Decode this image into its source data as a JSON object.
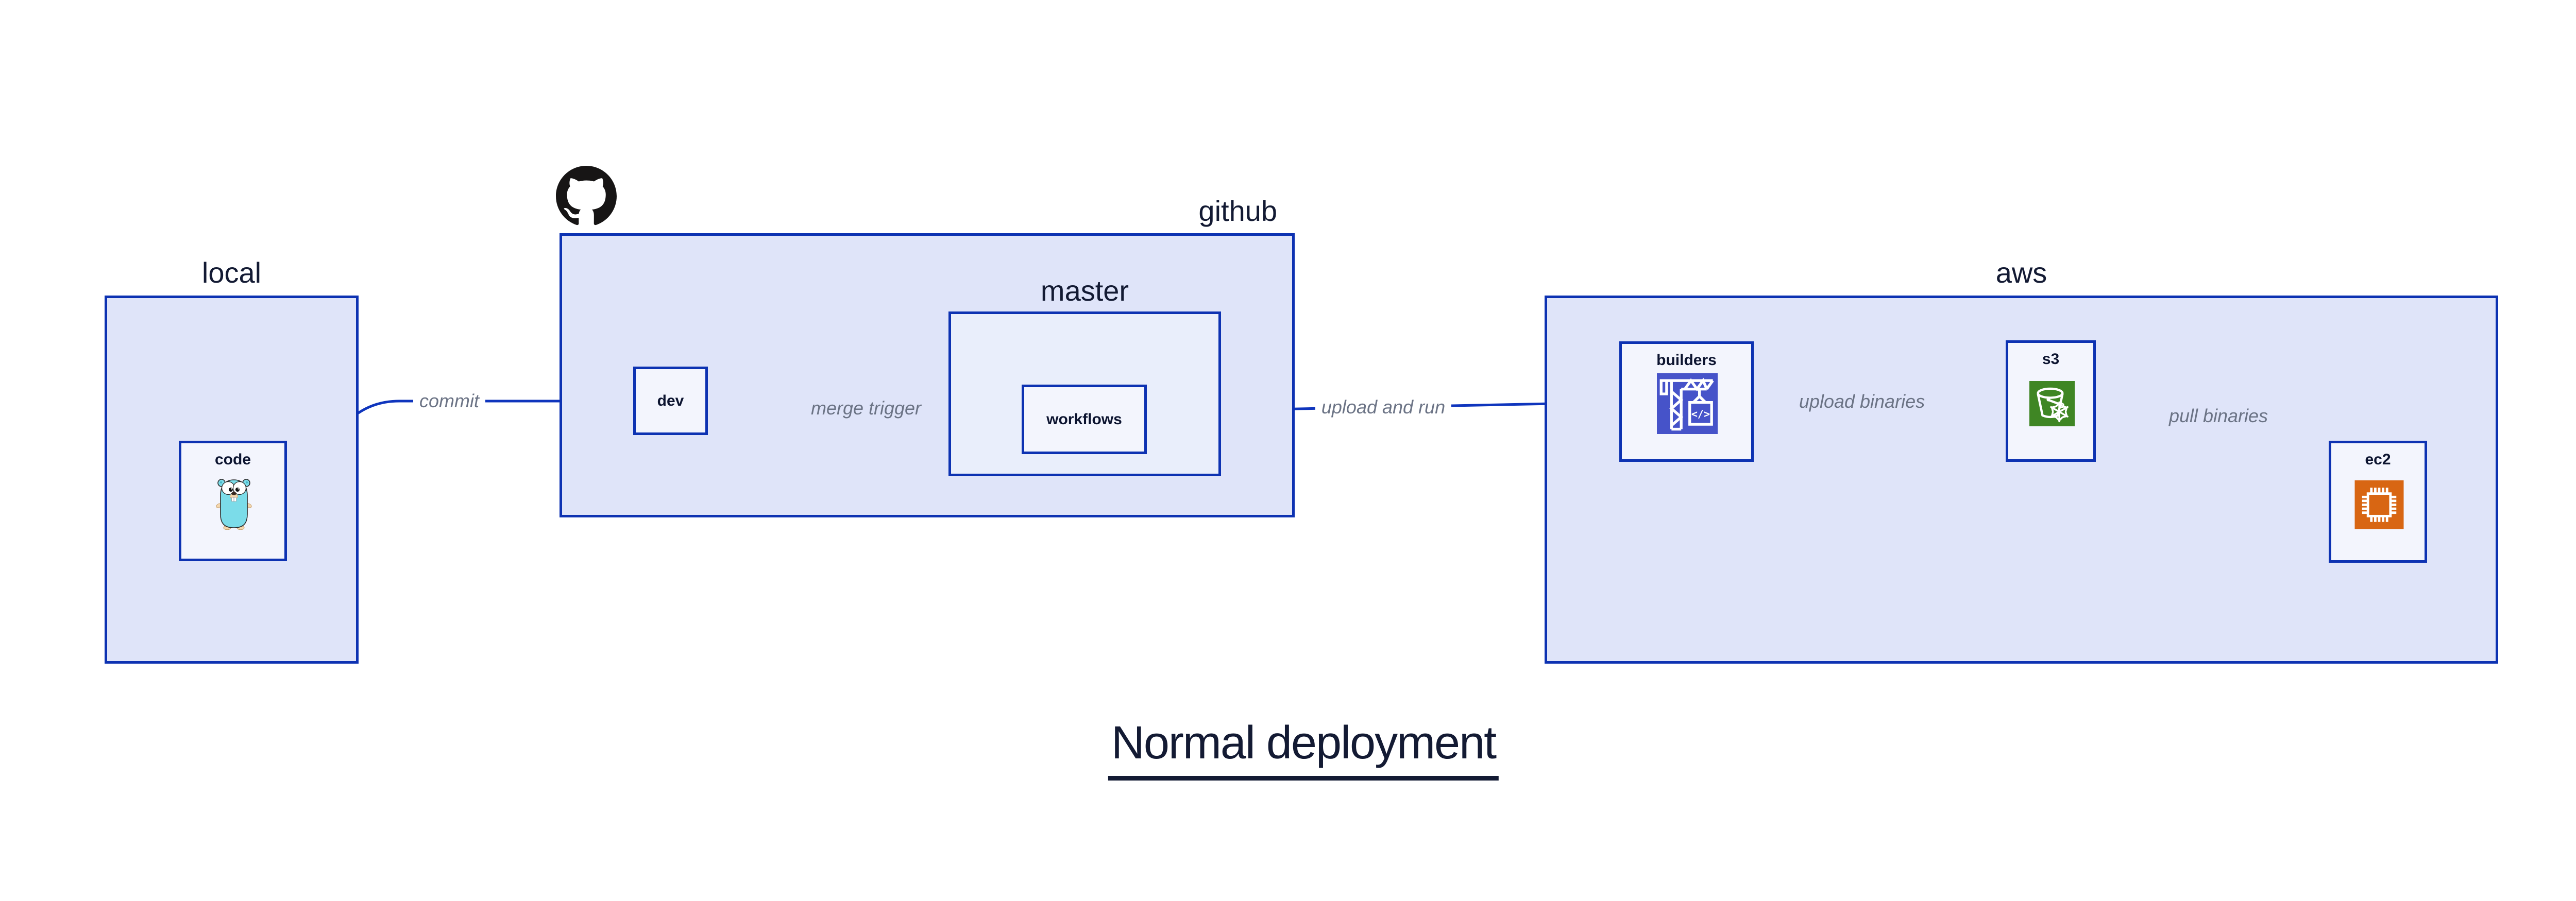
{
  "title": "Normal deployment",
  "containers": {
    "local": {
      "label": "local"
    },
    "github": {
      "label": "github"
    },
    "master": {
      "label": "master"
    },
    "aws": {
      "label": "aws"
    }
  },
  "nodes": {
    "code": {
      "label": "code"
    },
    "dev": {
      "label": "dev"
    },
    "workflows": {
      "label": "workflows"
    },
    "builders": {
      "label": "builders"
    },
    "s3": {
      "label": "s3"
    },
    "ec2": {
      "label": "ec2"
    }
  },
  "edges": {
    "commit": {
      "label": "commit"
    },
    "merge_trigger": {
      "label": "merge trigger"
    },
    "upload_and_run": {
      "label": "upload and run"
    },
    "upload_binaries": {
      "label": "upload binaries"
    },
    "pull_binaries": {
      "label": "pull binaries"
    }
  },
  "icons": {
    "github_octocat": "github-octocat-icon",
    "go_gopher": "go-gopher-icon",
    "codebuild_crane": "aws-codebuild-crane-icon",
    "s3_bucket": "aws-s3-bucket-snowflake-icon",
    "ec2_chip": "aws-ec2-chip-icon",
    "codebuild_code_glyph": "</>"
  },
  "colors": {
    "border_blue": "#0d32b2",
    "edge_blue": "#0f35bd",
    "container_fill": "#dfe4f9",
    "nested_container_fill": "#e9eefb",
    "node_fill": "#f3f5fd",
    "edge_label_gray": "#6b7385",
    "text_navy": "#131a33",
    "codebuild_indigo": "#4653c9",
    "s3_green": "#3f8624",
    "ec2_orange": "#d86613",
    "octocat_black": "#171515",
    "gopher_teal": "#7bdce9"
  }
}
